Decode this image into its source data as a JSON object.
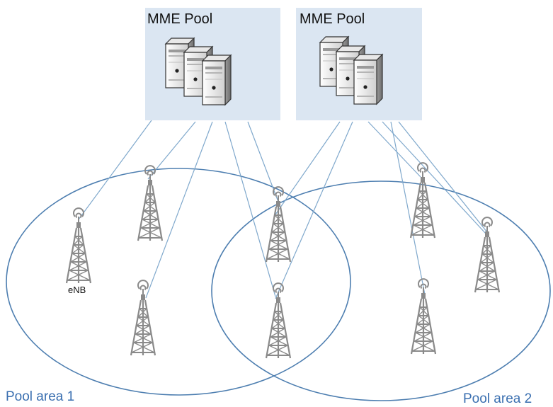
{
  "mme_pools": [
    {
      "label": "MME Pool"
    },
    {
      "label": "MME Pool"
    }
  ],
  "pool_areas": [
    {
      "label": "Pool area 1"
    },
    {
      "label": "Pool area 2"
    }
  ],
  "enb_label": "eNB",
  "colors": {
    "pool_box_fill": "#dbe6f2",
    "connection_line": "#7fa8cc",
    "area_ellipse": "#4d7eb0",
    "area_label": "#3a6fb0",
    "tower": "#8a8a8a"
  },
  "icons": {
    "server": "server-icon",
    "tower": "cell-tower-icon"
  }
}
